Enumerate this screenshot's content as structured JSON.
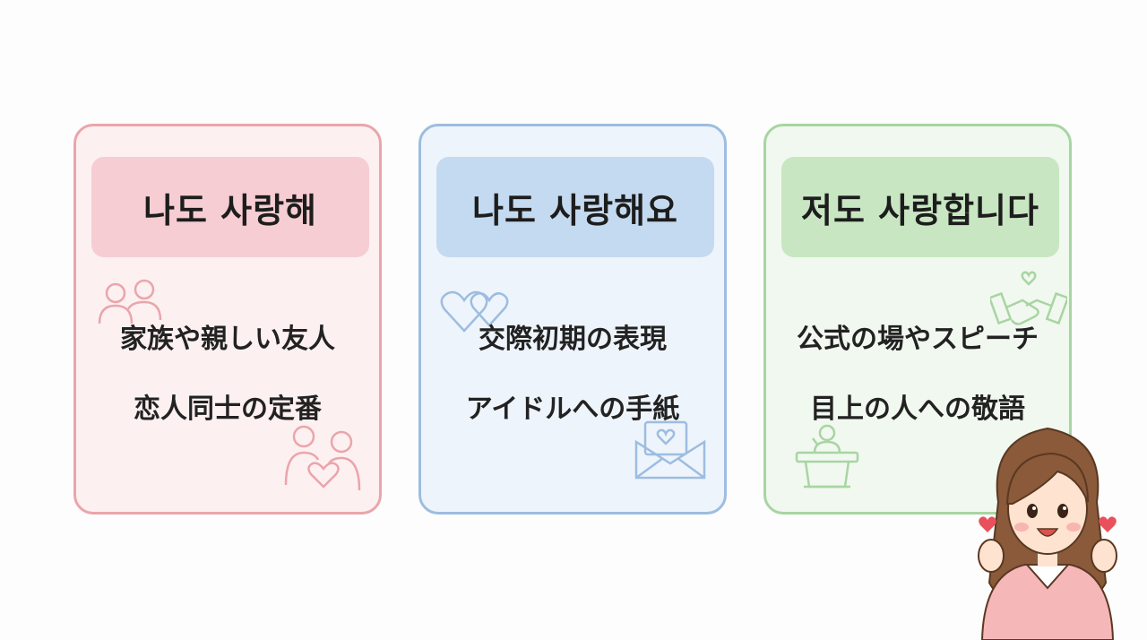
{
  "cards": [
    {
      "title": "나도 사랑해",
      "lines": [
        "家族や親しい友人",
        "恋人同士の定番"
      ],
      "icons": [
        "people-icon",
        "couple-heart-icon"
      ]
    },
    {
      "title": "나도 사랑해요",
      "lines": [
        "交際初期の表現",
        "アイドルへの手紙"
      ],
      "icons": [
        "hearts-outline-icon",
        "love-letter-icon"
      ]
    },
    {
      "title": "저도 사랑합니다",
      "lines": [
        "公式の場やスピーチ",
        "目上の人への敬語"
      ],
      "icons": [
        "handshake-heart-icon",
        "podium-speaker-icon"
      ]
    }
  ],
  "colors": {
    "pink": "#eaa5ab",
    "blue": "#9dbde0",
    "green": "#a8d5a2"
  }
}
